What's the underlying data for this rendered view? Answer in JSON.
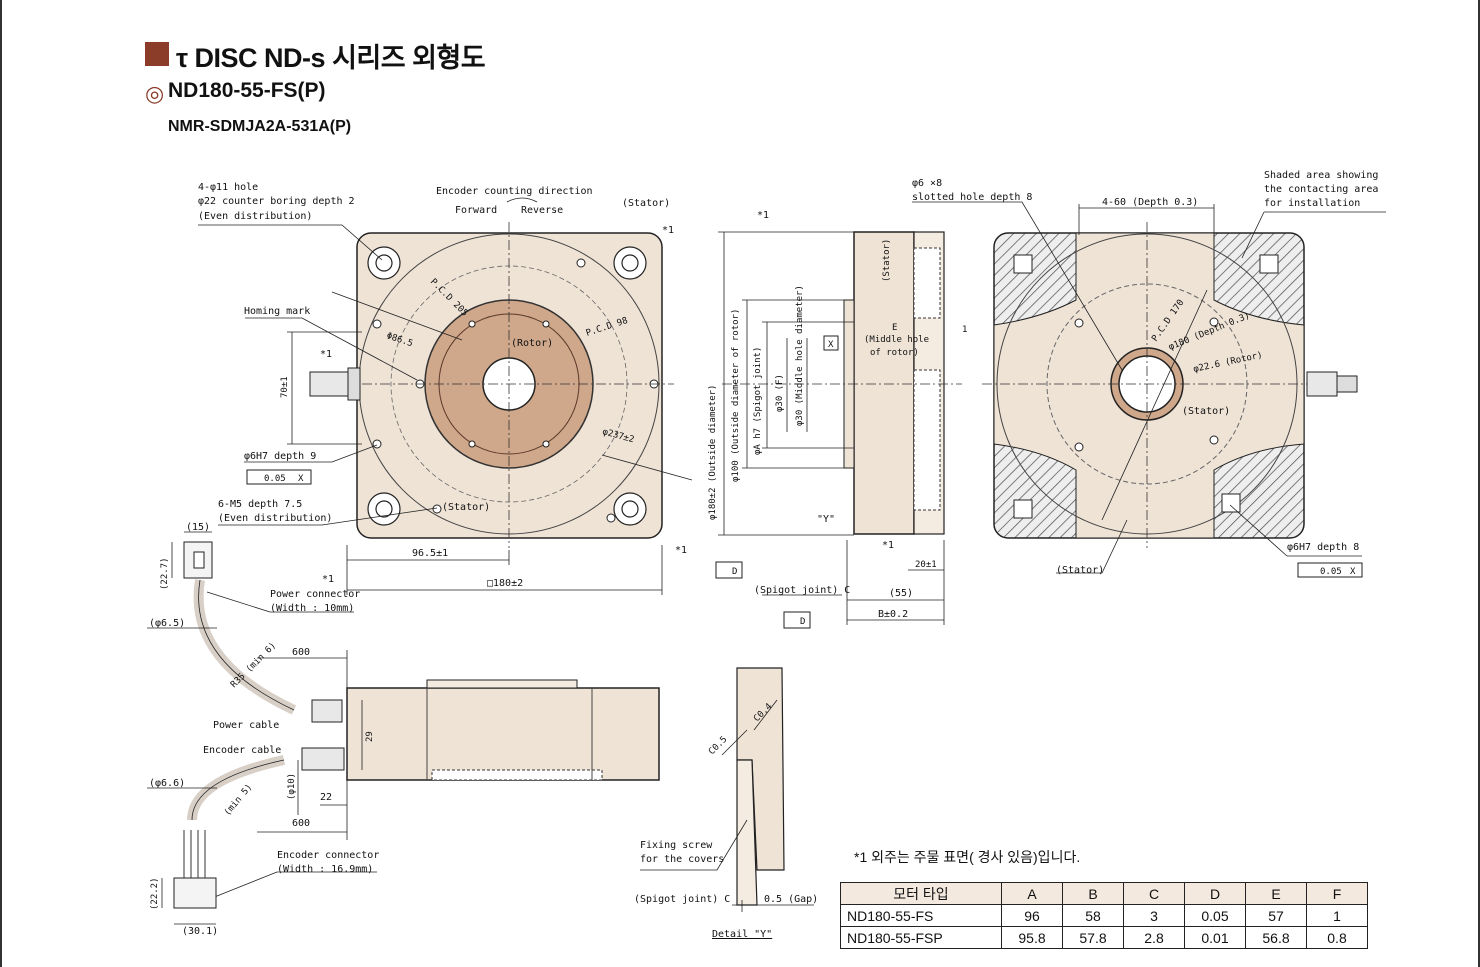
{
  "header": {
    "title": "τ DISC ND-s 시리즈  외형도",
    "model": "ND180-55-FS(P)",
    "model_code": "NMR-SDMJA2A-531A(P)",
    "marker_icon": "double-circle-icon",
    "accent_color": "#8b3d2a"
  },
  "front_view": {
    "holes_note": [
      "4-φ11 hole",
      "φ22 counter boring depth 2",
      "(Even distribution)"
    ],
    "encoder_dir": "Encoder counting direction",
    "forward": "Forward",
    "reverse": "Reverse",
    "stator": "(Stator)",
    "stator_bottom": "(Stator)",
    "rotor": "(Rotor)",
    "homing": "Homing mark",
    "pcd_a": "P.C.D 205",
    "pcd_b": "P.C.D 98",
    "dia_a": "Φ86.5",
    "dia_b": "φ237±2",
    "dim_70": "70±1",
    "pin_hole": "φ6H7 depth 9",
    "tol": "0.05",
    "tol_ref": "X",
    "m5": [
      "6-M5 depth 7.5",
      "(Even distribution)"
    ],
    "dim_965": "96.5±1",
    "dim_180": "□180±2",
    "star1": "*1"
  },
  "side_view": {
    "star1": "*1",
    "outside_dia": "φ180±2 (Outside diameter)",
    "rotor_dia": "φ100 (Outside diameter of rotor)",
    "spigot": "φA h7 (Spigot joint)",
    "dia_f": "φ30 (F)",
    "middle_hole_dia": "φ30 (Middle hole diameter)",
    "middle_hole": [
      "(Middle hole",
      "of rotor)"
    ],
    "stator": "(Stator)",
    "tol_ref": "X",
    "label_e": "E",
    "label_1": "1",
    "y_mark": "\"Y\"",
    "flat_d": "D",
    "spigot_c": "(Spigot joint) C",
    "dim_55": "(55)",
    "dim_b": "B±0.2",
    "dim_20": "20±1"
  },
  "back_view": {
    "slot": [
      "φ6 ×8",
      "slotted hole depth 8"
    ],
    "depth03": "4-60 (Depth 0.3)",
    "shaded": [
      "Shaded area showing",
      "the contacting area",
      "for installation"
    ],
    "dia180": "φ180 (Depth 0.3)",
    "dia226": "φ22.6 (Rotor)",
    "stator": "(Stator)",
    "stator2": "(Stator)",
    "pcd": "P.C.D 170",
    "pin": "φ6H7 depth 8",
    "tol": "0.05",
    "tol_ref": "X"
  },
  "connector_view": {
    "dim15": "(15)",
    "dim227": "(22.7)",
    "dim65": "(φ6.5)",
    "power_conn": [
      "Power connector",
      "(Width : 10mm)"
    ],
    "cable_len": "600",
    "r_power": "R35 (min 6)",
    "power_cable": "Power cable",
    "encoder_cable": "Encoder cable",
    "dim66": "(φ6.6)",
    "r_enc": "(min 5)",
    "dim10": "(φ10)",
    "dim22": "22",
    "dim29": "29",
    "enc_conn": [
      "Encoder connector",
      "(Width : 16.9mm)"
    ],
    "dim222": "(22.2)",
    "dim301": "(30.1)"
  },
  "detail_y": {
    "c05": "C0.5",
    "c04": "C0.4",
    "screw": [
      "Fixing screw",
      "for the covers"
    ],
    "spigot": "(Spigot joint) C",
    "gap": "0.5 (Gap)",
    "title": "Detail \"Y\""
  },
  "note": "*1  외주는 주물 표면( 경사 있음)입니다.",
  "spec_table": {
    "headers": [
      "모터 타입",
      "A",
      "B",
      "C",
      "D",
      "E",
      "F"
    ],
    "rows": [
      [
        "ND180-55-FS",
        "96",
        "58",
        "3",
        "0.05",
        "57",
        "1"
      ],
      [
        "ND180-55-FSP",
        "95.8",
        "57.8",
        "2.8",
        "0.01",
        "56.8",
        "0.8"
      ]
    ]
  }
}
